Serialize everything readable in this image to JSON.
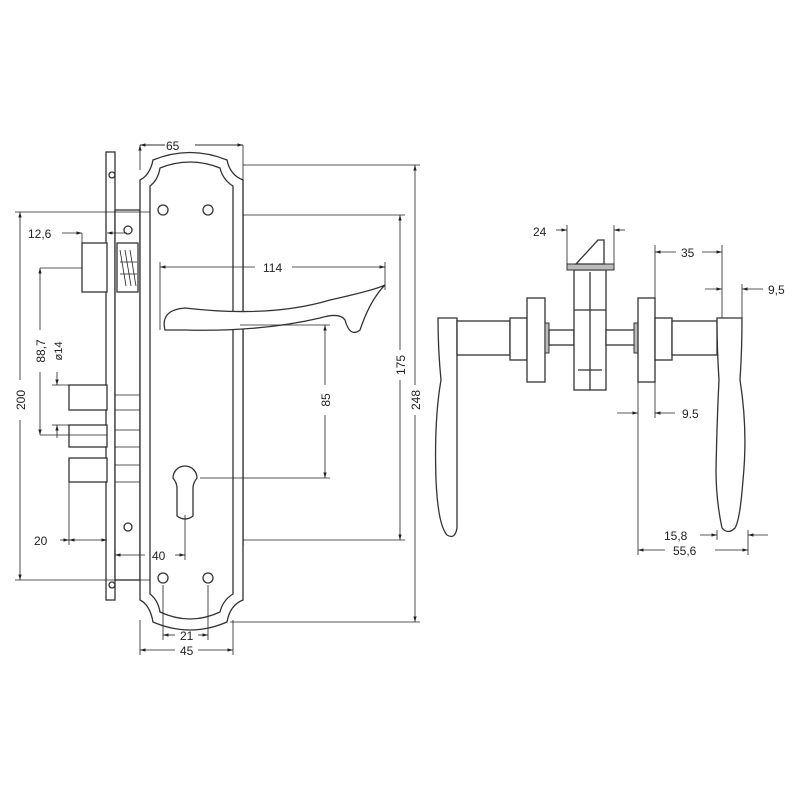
{
  "drawing": {
    "front_view": {
      "plate_width": "65",
      "latch_projection": "12,6",
      "lever_length": "114",
      "latch_to_bolt": "88,7",
      "bolt_diameter": "ø14",
      "lock_height": "200",
      "center_distance": "85",
      "back_plate_height": "175",
      "plate_height": "248",
      "bolt_projection": "20",
      "backset": "40",
      "screw_spacing": "21",
      "plate_bottom_width": "45"
    },
    "side_view": {
      "cylinder_flange": "24",
      "rose_to_lever": "35",
      "lever_thickness_top": "9,5",
      "rose_thickness": "9.5",
      "grip_width": "15,8",
      "total_projection": "55,6"
    }
  }
}
